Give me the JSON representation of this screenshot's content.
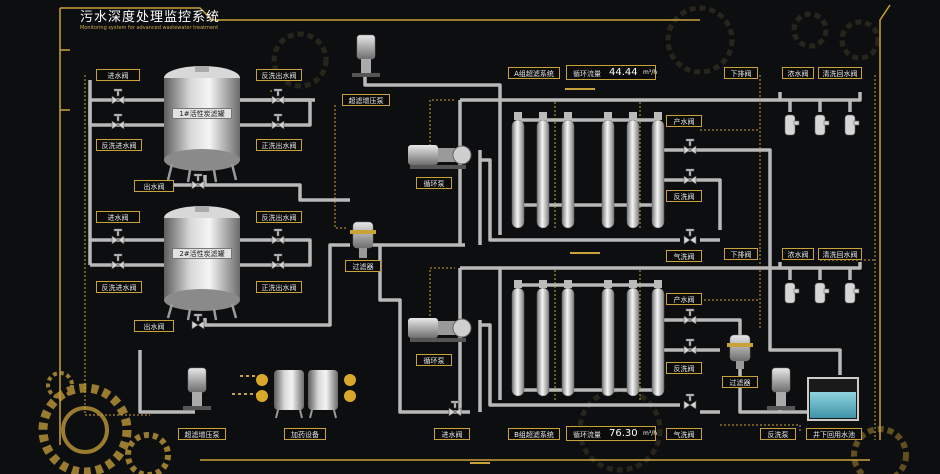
{
  "header": {
    "title": "污水深度处理监控系统",
    "subtitle": "Monitoring system for advanced wastewater treatment"
  },
  "colors": {
    "accent": "#c9a23a",
    "pipe": "#b8b8b8",
    "background": "#0d0e10",
    "text": "#e8e8e8",
    "water": "#5fb6c6"
  },
  "icons": [
    "gear-icon",
    "pump-icon",
    "valve-icon",
    "filter-icon",
    "tank-icon",
    "membrane-column-icon"
  ],
  "filters": {
    "tank1": {
      "name": "1#活性炭滤罐",
      "inlet": "进水阀",
      "backwash_out_top": "反洗出水阀",
      "backwash_in": "反洗进水阀",
      "forward_out": "正洗出水阀",
      "outlet": "出水阀"
    },
    "tank2": {
      "name": "2#活性炭滤罐",
      "inlet": "进水阀",
      "backwash_out_top": "反洗出水阀",
      "backwash_in": "反洗进水阀",
      "forward_out": "正洗出水阀",
      "outlet": "出水阀"
    }
  },
  "equipment": {
    "booster_pump_top": "超滤增压泵",
    "booster_pump_bottom": "超滤增压泵",
    "dosing": "加药设备",
    "filter_center": "过滤器",
    "filter_right": "过滤器",
    "circ_pump_a": "循环泵",
    "circ_pump_b": "循环泵",
    "backwash_pump": "反洗泵",
    "bottom_inlet_valve": "进水阀",
    "tank_final": "井下回用水池"
  },
  "system_a": {
    "name": "A组超滤系统",
    "flow_label": "循环流量",
    "flow_value": "44.44",
    "flow_unit": "m³/h",
    "product_valve": "产水阀",
    "backwash_valve": "反洗阀",
    "air_valve": "气洗阀",
    "drain_valve": "下排阀",
    "concentrate_valve": "浓水阀",
    "clean_return_valve": "清洗回水阀"
  },
  "system_b": {
    "name": "B组超滤系统",
    "flow_label": "循环流量",
    "flow_value": "76.30",
    "flow_unit": "m³/h",
    "product_valve": "产水阀",
    "backwash_valve": "反洗阀",
    "air_valve": "气洗阀",
    "drain_valve": "下排阀",
    "concentrate_valve": "浓水阀",
    "clean_return_valve": "清洗回水阀"
  }
}
